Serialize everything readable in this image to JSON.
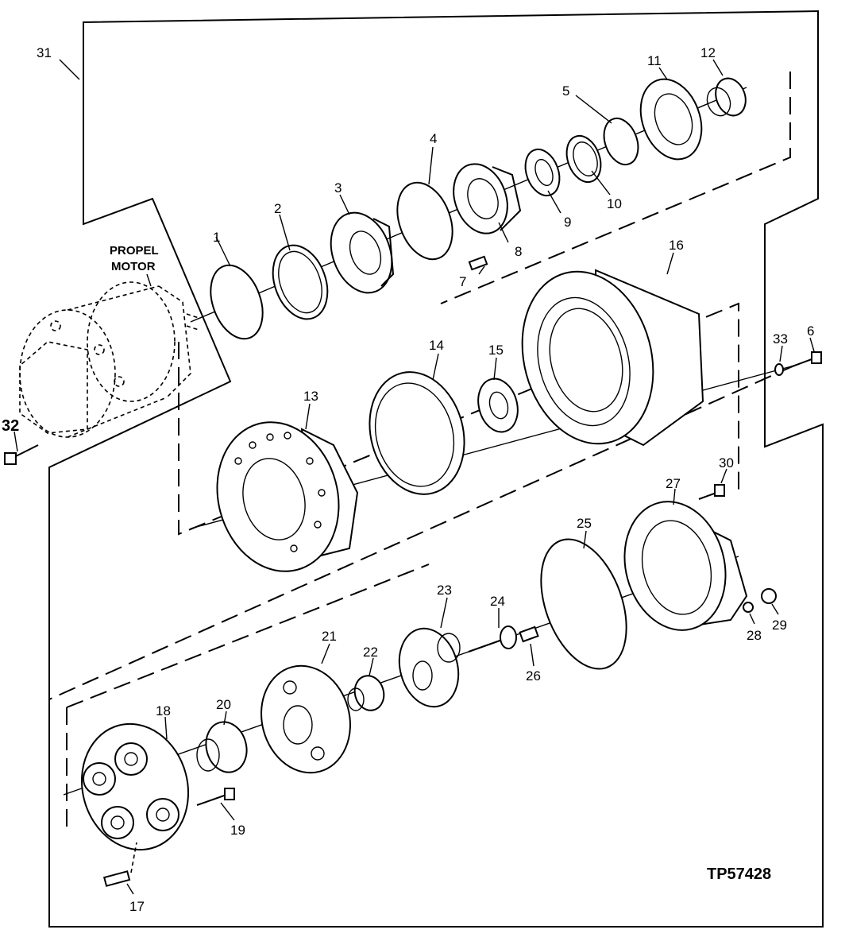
{
  "diagram": {
    "motor_label_line1": "PROPEL",
    "motor_label_line2": "MOTOR",
    "figure_id": "TP57428",
    "callouts": [
      "1",
      "2",
      "3",
      "4",
      "5",
      "6",
      "7",
      "8",
      "9",
      "10",
      "11",
      "12",
      "13",
      "14",
      "15",
      "16",
      "17",
      "18",
      "19",
      "20",
      "21",
      "22",
      "23",
      "24",
      "25",
      "26",
      "27",
      "28",
      "29",
      "30",
      "31",
      "32",
      "33"
    ]
  }
}
